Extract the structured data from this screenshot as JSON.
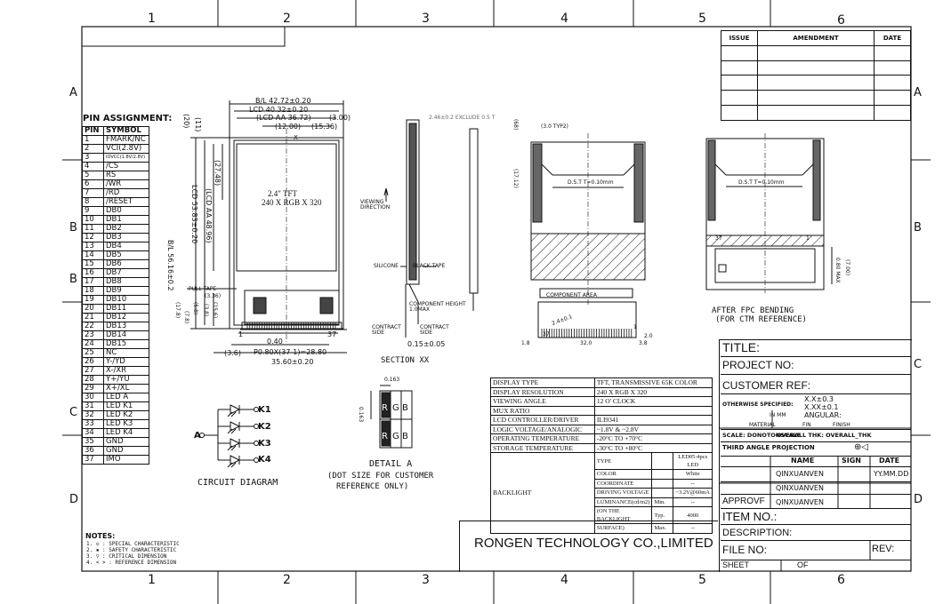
{
  "border": {
    "cols_top": [
      "1",
      "2",
      "3",
      "4",
      "5",
      "6"
    ],
    "cols_bottom": [
      "1",
      "2",
      "3",
      "4",
      "5",
      "6"
    ],
    "rows_left": [
      "A",
      "B",
      "B",
      "C",
      "D"
    ],
    "rows_right": [
      "A",
      "B",
      "C",
      "D"
    ]
  },
  "issue_table": {
    "headers": [
      "ISSUE",
      "AMENDMENT",
      "DATE"
    ]
  },
  "pin_assignment": {
    "title": "PIN ASSIGNMENT:",
    "header": [
      "PIN",
      "SYMBOL"
    ],
    "pins": [
      [
        "1",
        "FMARK/NC"
      ],
      [
        "2",
        "VCI(2.8V)"
      ],
      [
        "3",
        "IOVCC(1.8V/2.8V)"
      ],
      [
        "4",
        "/CS"
      ],
      [
        "5",
        "RS"
      ],
      [
        "6",
        "/WR"
      ],
      [
        "7",
        "/RD"
      ],
      [
        "8",
        "/RESET"
      ],
      [
        "9",
        "DB0"
      ],
      [
        "10",
        "DB1"
      ],
      [
        "11",
        "DB2"
      ],
      [
        "12",
        "DB3"
      ],
      [
        "13",
        "DB4"
      ],
      [
        "14",
        "DB5"
      ],
      [
        "15",
        "DB6"
      ],
      [
        "16",
        "DB7"
      ],
      [
        "17",
        "DB8"
      ],
      [
        "18",
        "DB9"
      ],
      [
        "19",
        "DB10"
      ],
      [
        "20",
        "DB11"
      ],
      [
        "21",
        "DB12"
      ],
      [
        "22",
        "DB13"
      ],
      [
        "23",
        "DB14"
      ],
      [
        "24",
        "DB15"
      ],
      [
        "25",
        "NC"
      ],
      [
        "26",
        "Y-/YD"
      ],
      [
        "27",
        "X-/XR"
      ],
      [
        "28",
        "Y+/YU"
      ],
      [
        "29",
        "X+/XL"
      ],
      [
        "30",
        "LED A"
      ],
      [
        "31",
        "LED K1"
      ],
      [
        "32",
        "LED K2"
      ],
      [
        "33",
        "LED K3"
      ],
      [
        "34",
        "LED K4"
      ],
      [
        "35",
        "GND"
      ],
      [
        "36",
        "GND"
      ],
      [
        "37",
        "IMO"
      ]
    ]
  },
  "circuit": {
    "anode": "A",
    "cathodes": [
      "K1",
      "K2",
      "K3",
      "K4"
    ],
    "caption": "CIRCUIT DIAGRAM"
  },
  "notes": {
    "title": "NOTES:",
    "items": [
      "1. ◇ : SPECIAL CHARACTERISTIC",
      "2. ▪ : SAFETY CHARACTERISTIC",
      "3. ▽ : CRITICAL DIMENSION",
      "4. < > : REFERENCE DIMENSION"
    ]
  },
  "front_view": {
    "dims_top": [
      "B/L 42.72±0.20",
      "LCD 40.32±0.20",
      "(LCD AA 36.72)",
      "(12.00)",
      "(15.36)",
      "(3.00)"
    ],
    "dims_left": [
      "B/L 56.16±0.2",
      "LCD 53.83±0.20",
      "(LCD AA 48.96)",
      "(27.48)",
      "(20)",
      "(11)"
    ],
    "dims_bottom": [
      "(3.6)",
      "P0.80X(37-1)=28.80",
      "35.60±0.20",
      "0.40"
    ],
    "dims_misc": [
      "PULL TAPE",
      "(3.36)",
      "(5.8)",
      "(3.8)",
      "(7.8)",
      "(15.6)",
      "(17.8)"
    ],
    "label_line1": "2.4\" TFT",
    "label_line2": "240 X RGB X 320",
    "pin_first": "1",
    "pin_last": "37",
    "x_mark": "X"
  },
  "section": {
    "top_dim": "2.46±0.2 EXCLUDE 0.5 T",
    "viewing_direction": "VIEWING DIRECTION",
    "silicone": "SILICONE",
    "black_tape": "BLACK TAPE",
    "component_height": "COMPONENT HEIGHT 1.0MAX",
    "contract_side_left": "CONTRACT SIDE",
    "contract_side_right": "CONTRACT SIDE",
    "thickness": "0.15±0.05",
    "caption": "SECTION XX"
  },
  "back_view": {
    "dims": [
      "(3.0 TYP2)",
      "(68)",
      "(17.12)",
      "2.4±0.1",
      "32.0",
      "1.8",
      "3.8",
      "2.0",
      "1",
      "37"
    ],
    "dst": "D.S.T  T=0.10mm",
    "component_area": "COMPONENT AREA"
  },
  "after_bending": {
    "dst": "D.S.T  T=0.10mm",
    "dims": [
      "0.80 MAX",
      "(7.00)",
      "37",
      "1"
    ],
    "caption_line1": "AFTER FPC BENDING",
    "caption_line2": "(FOR CTM REFERENCE)"
  },
  "detail": {
    "dim_top": "0.163",
    "dim_left": "0.163",
    "letters": [
      "R",
      "G",
      "B",
      "R",
      "G",
      "B"
    ],
    "caption_line1": "DETAIL A",
    "caption_line2": "(DOT SIZE FOR CUSTOMER",
    "caption_line3": "REFERENCE ONLY)"
  },
  "specs": {
    "rows": [
      [
        "DISPLAY TYPE",
        "TFT, TRANSMISSIVE 65K COLOR"
      ],
      [
        "DISPLAY RESOLUTION",
        "240 X RGB X 320"
      ],
      [
        "VIEWING ANGLE",
        "12 O' CLOCK"
      ],
      [
        "MUX RATIO",
        ""
      ],
      [
        "LCD CONTROLLER/DRIVER",
        "ILI9341"
      ],
      [
        "LOGIC VOLTAGE/ANALOGIC",
        "~1.8V & ~2.8V"
      ],
      [
        "OPERATING TEMPERATURE",
        "-20°C TO +70°C"
      ],
      [
        "STORAGE TEMPERATURE",
        "-30°C TO +80°C"
      ]
    ],
    "backlight_label": "BACKLIGHT",
    "backlight": [
      [
        "TYPE",
        "",
        "LED05:4pcs LED"
      ],
      [
        "COLOR",
        "",
        "White"
      ],
      [
        "COORDINATE",
        "",
        "--"
      ],
      [
        "DRIVING VOLTAGE",
        "",
        "~3.2V@60mA"
      ],
      [
        "LUMINANCE(cd/m2)",
        "Min.",
        "--"
      ],
      [
        "(ON THE BACKLIGHT",
        "Typ.",
        "4000"
      ],
      [
        "SURFACE)",
        "Max.",
        "--"
      ]
    ]
  },
  "company": "RONGEN TECHNOLOGY CO.,LIMITED",
  "title_block": {
    "title": "TITLE:",
    "project_no": "PROJECT NO:",
    "customer_ref": "CUSTOMER REF:",
    "otherwise": "OTHERWISE SPECIFIED:",
    "tol1": "X.X±0.3",
    "tol2": "X.XX±0.1",
    "in_mm": "IN MM",
    "angular": "ANGULAR:",
    "material": "MATERIAL",
    "fin": "FIN",
    "finish": "FINISH",
    "scale": "SCALE: DONOTONSCALE",
    "overall": "OVERALL THK: OVERALL_THK",
    "projection": "THIRD ANGLE PROJECTION",
    "name_h": "NAME",
    "sign_h": "SIGN",
    "date_h": "DATE",
    "name1": "QINXUANVEN",
    "date1": "YY.MM.DD",
    "name2": "QINXUANVEN",
    "approve": "APPROVF",
    "name3": "QINXUANVEN",
    "item_no": "ITEM NO.:",
    "description": "DESCRIPTION:",
    "file_no": "FILE NO:",
    "rev": "REV:",
    "sheet": "SHEET",
    "of": "OF"
  }
}
